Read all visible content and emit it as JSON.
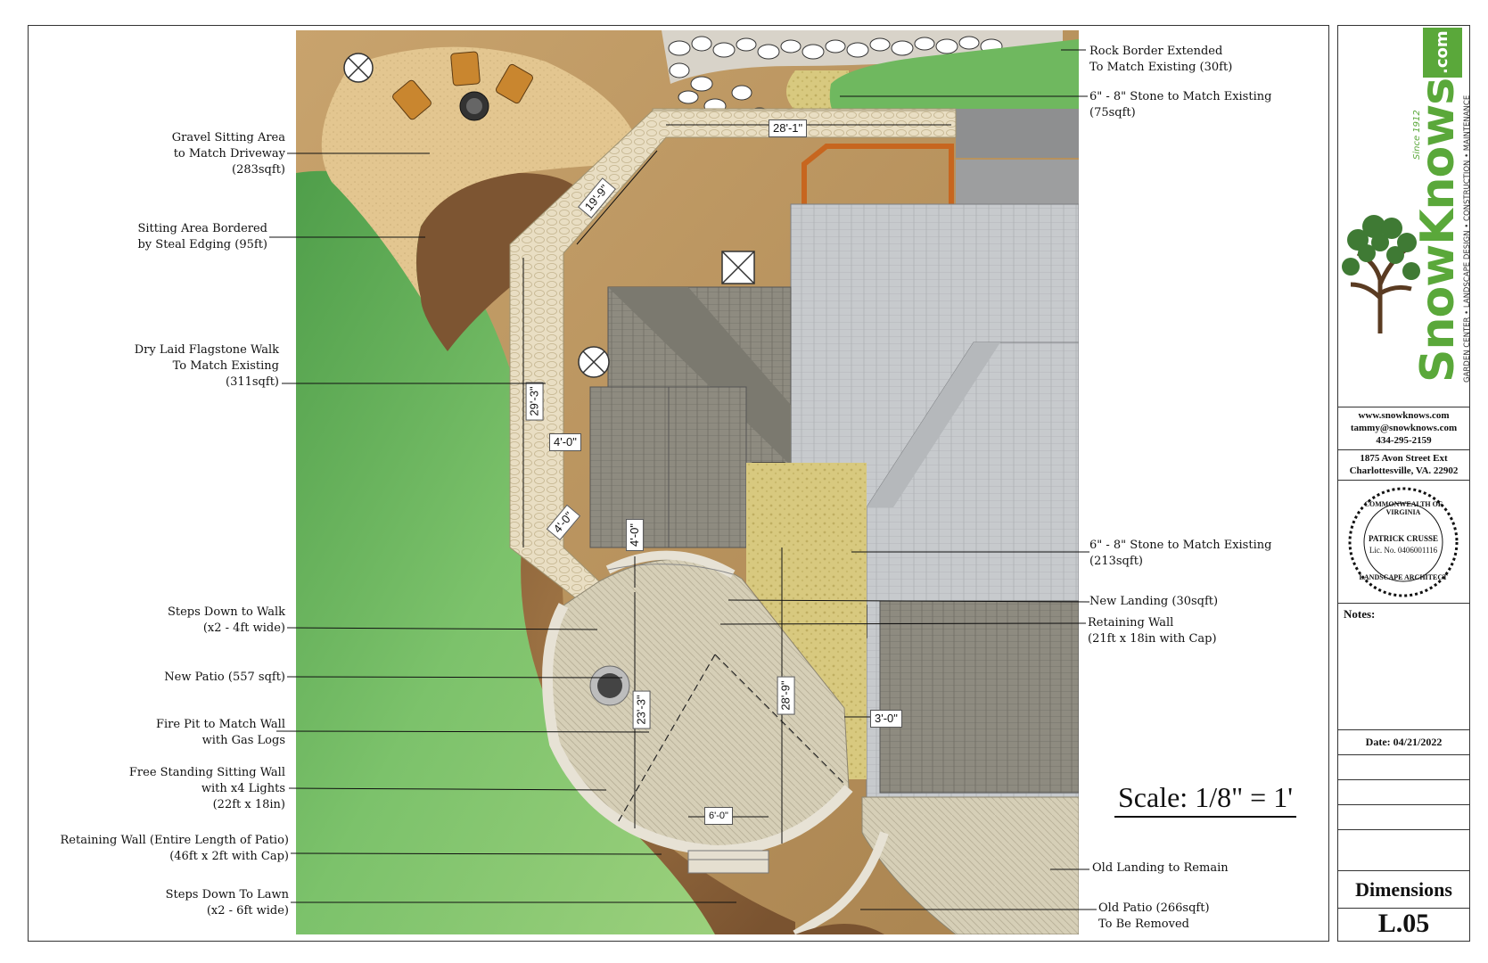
{
  "callouts_left": [
    {
      "id": "gravel",
      "text": "Gravel Sitting Area\nto Match Driveway\n(283sqft)"
    },
    {
      "id": "edging",
      "text": "Sitting Area Bordered\nby Steal Edging (95ft)"
    },
    {
      "id": "flagstone",
      "text": "Dry Laid Flagstone Walk\nTo Match Existing\n(311sqft)"
    },
    {
      "id": "steps-walk",
      "text": "Steps Down to Walk\n(x2 - 4ft wide)"
    },
    {
      "id": "patio",
      "text": "New Patio (557 sqft)"
    },
    {
      "id": "firepit",
      "text": "Fire Pit to Match Wall\nwith Gas Logs"
    },
    {
      "id": "sitting-wall",
      "text": "Free Standing Sitting Wall\nwith x4 Lights\n(22ft x 18in)"
    },
    {
      "id": "retaining-patio",
      "text": "Retaining Wall (Entire Length of Patio)\n(46ft x 2ft with Cap)"
    },
    {
      "id": "steps-lawn",
      "text": "Steps Down To Lawn\n(x2 - 6ft wide)"
    }
  ],
  "callouts_right": [
    {
      "id": "rock-border",
      "text": "Rock Border Extended\nTo Match Existing (30ft)"
    },
    {
      "id": "stone-75",
      "text": "6\" - 8\"  Stone to Match Existing\n(75sqft)"
    },
    {
      "id": "stone-213",
      "text": "6\" - 8\" Stone to Match Existing\n(213sqft)"
    },
    {
      "id": "new-landing",
      "text": "New Landing (30sqft)"
    },
    {
      "id": "retaining-wall",
      "text": "Retaining Wall\n(21ft x 18in with Cap)"
    },
    {
      "id": "old-landing",
      "text": "Old Landing to Remain"
    },
    {
      "id": "old-patio",
      "text": "Old Patio (266sqft)\nTo Be Removed"
    }
  ],
  "dimensions": [
    "28'-1\"",
    "19'-9\"",
    "29'-3\"",
    "4'-0\"",
    "4'-0\"",
    "4'-0\"",
    "23'-3\"",
    "28'-9\"",
    "3'-0\"",
    "6'-0\""
  ],
  "scale": "Scale: 1/8\" = 1'",
  "titleblock": {
    "logo_brand": "SnowKnows",
    "logo_tld": ".com",
    "logo_since": "Since 1912",
    "logo_tagline": "GARDEN CENTER • LANDSCAPE DESIGN • CONSTRUCTION • MAINTENANCE",
    "website": "www.snowknows.com",
    "email": "tammy@snowknows.com",
    "phone": "434-295-2159",
    "address1": "1875 Avon Street Ext",
    "address2": "Charlottesville, VA. 22902",
    "seal_top": "COMMONWEALTH OF VIRGINIA",
    "seal_name": "PATRICK CRUSSE",
    "seal_lic": "Lic. No. 0406001116",
    "seal_bottom": "LANDSCAPE ARCHITECT",
    "notes_label": "Notes:",
    "date": "Date: 04/21/2022",
    "sheet_title": "Dimensions",
    "sheet_number": "L.05"
  },
  "colors": {
    "lawn": "#7cc06a",
    "lawn_dark": "#4e9a47",
    "mulch": "#8a6238",
    "gravel": "#e2c58f",
    "flagstone": "#e8dcc0",
    "paver": "#d7d0b8",
    "roof_light": "#c9cccf",
    "roof_dark": "#8d8a7e",
    "stone": "#d9c982",
    "brand_green": "#5aa83a"
  }
}
